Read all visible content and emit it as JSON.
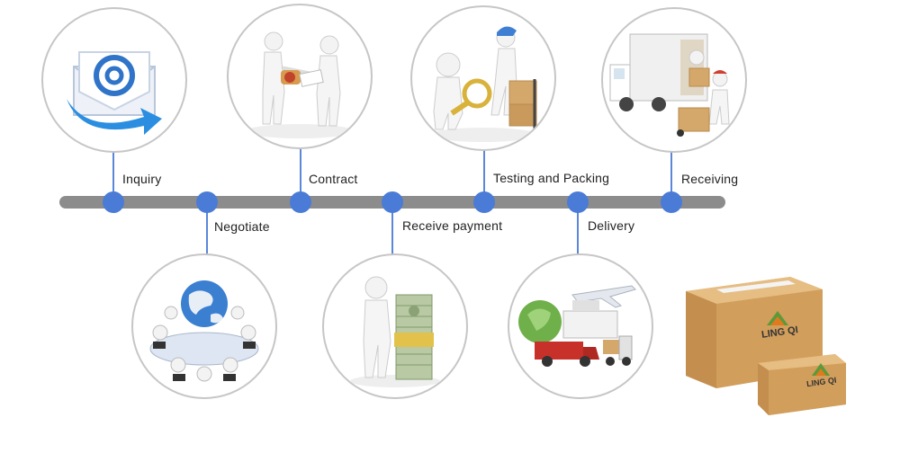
{
  "steps": [
    {
      "label": "Inquiry",
      "icon": "email-icon"
    },
    {
      "label": "Negotiate",
      "icon": "global-meeting-icon"
    },
    {
      "label": "Contract",
      "icon": "handshake-contract-icon"
    },
    {
      "label": "Receive payment",
      "icon": "money-stack-icon"
    },
    {
      "label": "Testing and Packing",
      "icon": "inspection-icon"
    },
    {
      "label": "Delivery",
      "icon": "logistics-icon"
    },
    {
      "label": "Receiving",
      "icon": "delivery-truck-icon"
    }
  ],
  "brand": {
    "logo_text": "LING QI"
  },
  "colors": {
    "node": "#4a7bd6",
    "bar": "#8c8c8c",
    "circle_border": "#c6c6c6"
  }
}
